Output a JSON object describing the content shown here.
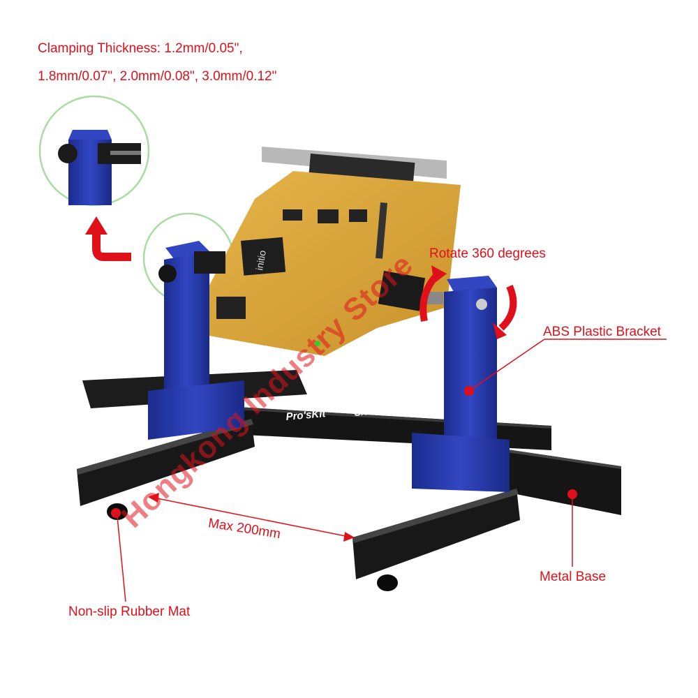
{
  "labels": {
    "clamping_line1": "Clamping Thickness: 1.2mm/0.05\",",
    "clamping_line2": "1.8mm/0.07\", 2.0mm/0.08\", 3.0mm/0.12\"",
    "rotate": "Rotate 360 degrees",
    "abs_bracket": "ABS Plastic Bracket",
    "max_width": "Max 200mm",
    "metal_base": "Metal Base",
    "rubber_mat": "Non-slip Rubber Mat"
  },
  "product": {
    "brand": "Pro'sKit",
    "model": "SN-390"
  },
  "board": {
    "chip_text": "initio"
  },
  "watermark": "Hongkong Industry Store",
  "colors": {
    "annotation_red": "#e0101a",
    "bracket_blue": "#2438a8",
    "base_black": "#151515",
    "pcb_yellow": "#d9a63a",
    "callout_circle": "#a8dca0"
  }
}
